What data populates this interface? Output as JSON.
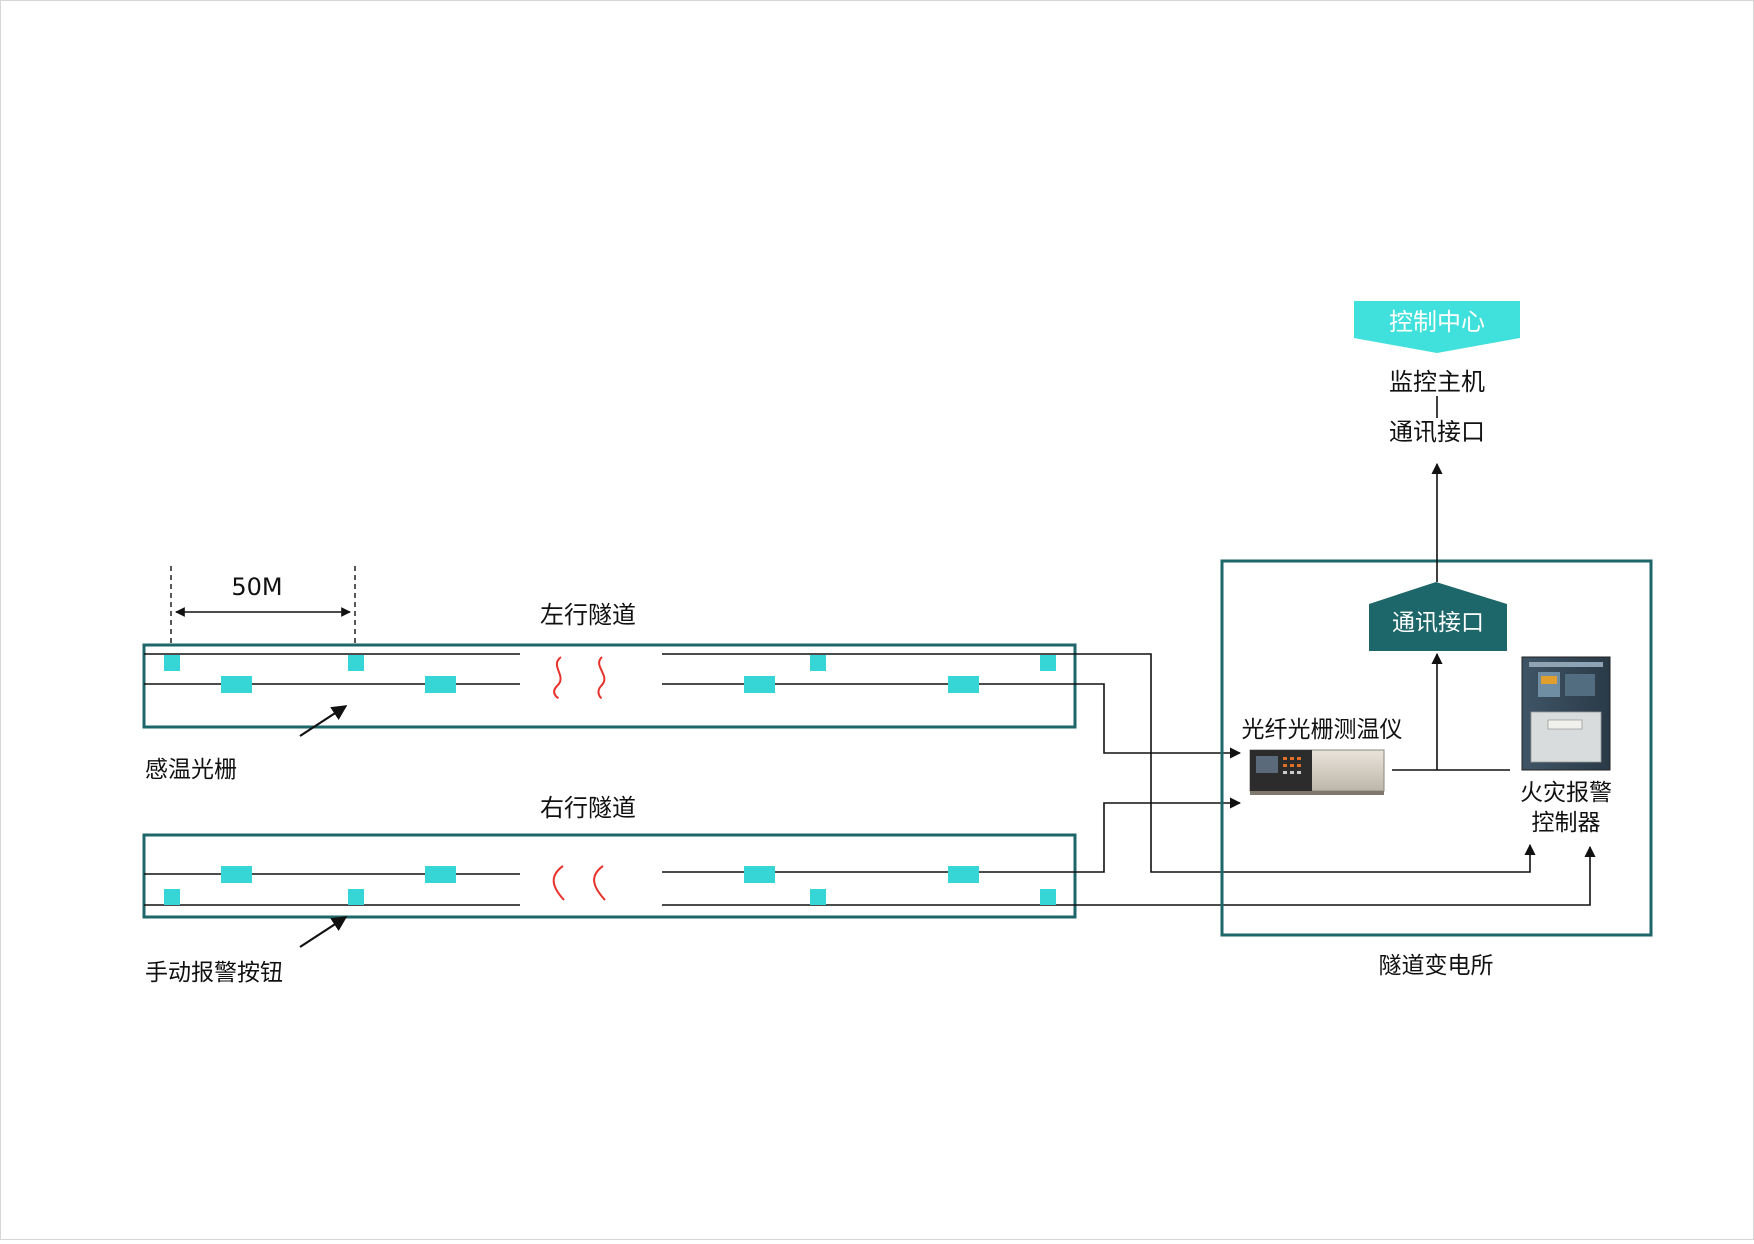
{
  "labels": {
    "distance": "50M",
    "left_tunnel": "左行隧道",
    "right_tunnel": "右行隧道",
    "grating_sensor": "感温光栅",
    "manual_button": "手动报警按钮",
    "substation": "隧道变电所",
    "fiber_meter": "光纤光栅测温仪",
    "fire_controller_line1": "火灾报警",
    "fire_controller_line2": "控制器",
    "comm_interface_box": "通讯接口",
    "control_center": "控制中心",
    "monitor_host": "监控主机",
    "comm_interface_top": "通讯接口"
  },
  "icons": {
    "heat": "heat-wave-icon",
    "arrow": "pointer-arrow-icon"
  },
  "colors": {
    "frame": "#1d6669",
    "sensor": "#36d6d6",
    "control_center": "#40e0dc",
    "comm_box": "#1d6669",
    "heat": "#e8322c",
    "line": "#111111",
    "text": "#111111"
  }
}
